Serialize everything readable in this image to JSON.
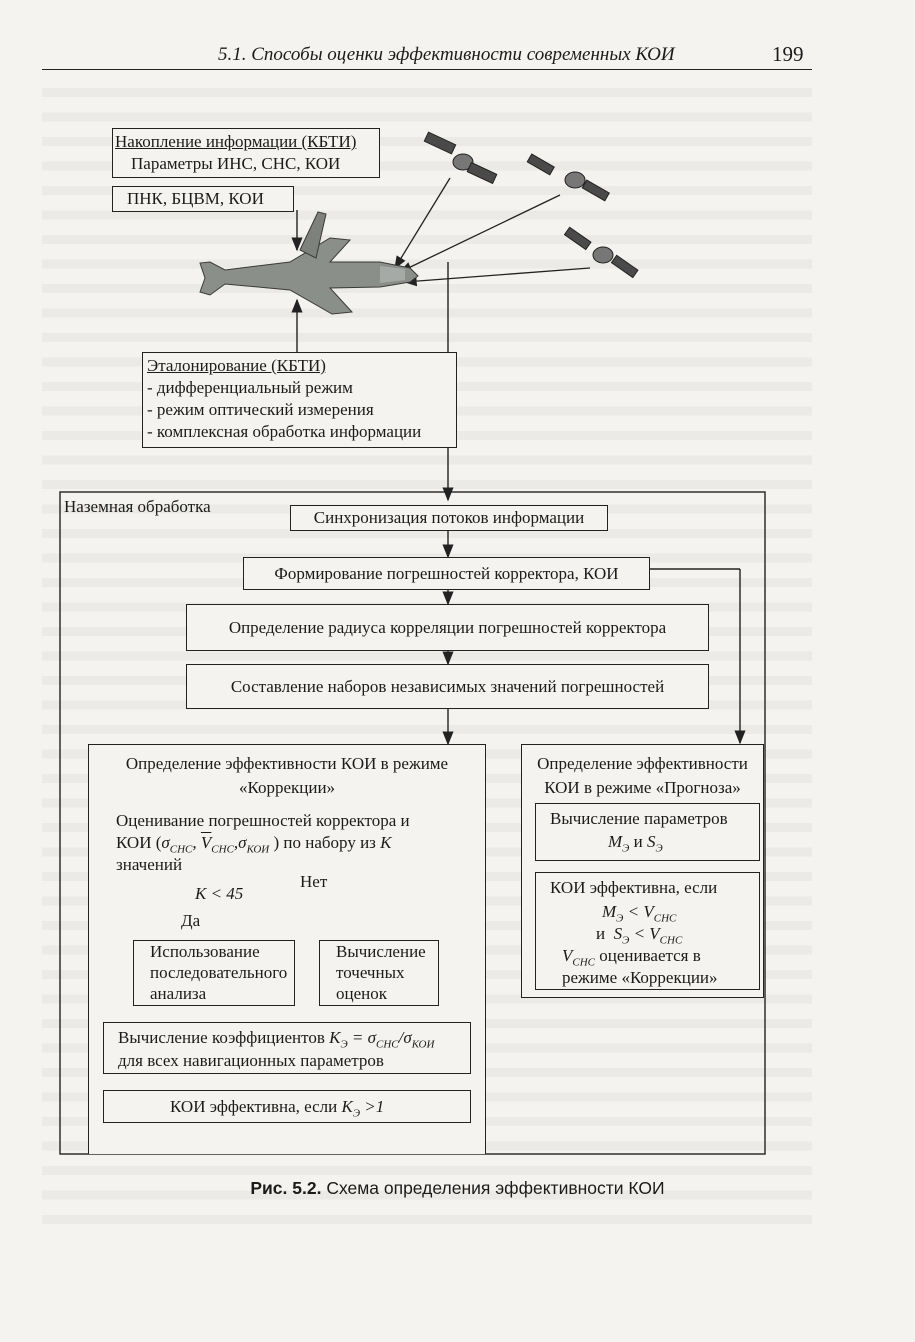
{
  "header": {
    "title": "5.1. Способы оценки эффективности современных КОИ",
    "page_number": "199"
  },
  "figure": {
    "top_boxes": {
      "accumulation_title": "Накопление информации (КБТИ)",
      "accumulation_params": "Параметры ИНС, СНС, КОИ",
      "pnk": "ПНК, БЦВМ, КОИ"
    },
    "calibration": {
      "title": "Эталонирование (КБТИ)",
      "items": [
        "- дифференциальный режим",
        "- режим оптический измерения",
        "- комплексная обработка информации"
      ]
    },
    "ground": {
      "label": "Наземная обработка",
      "sync": "Синхронизация потоков информации",
      "forming": "Формирование погрешностей корректора, КОИ",
      "radius": "Определение радиуса корреляции погрешностей корректора",
      "sets": "Составление наборов независимых значений погрешностей"
    },
    "correction": {
      "title_line1": "Определение эффективности КОИ в режиме",
      "title_line2": "«Коррекции»",
      "estimation_line1": "Оценивание погрешностей корректора и",
      "estimation_line2_a": "КОИ (",
      "estimation_line2_b": ") по набору из",
      "estimation_line2_k": "K",
      "estimation_line3": "значений",
      "decision": "K < 45",
      "yes": "Да",
      "no": "Нет",
      "sequential_line1": "Использование",
      "sequential_line2": "последовательного",
      "sequential_line3": "анализа",
      "point_line1": "Вычисление",
      "point_line2": "точечных",
      "point_line3": "оценок",
      "coef_line1_a": "Вычисление коэффициентов",
      "coef_line2": "для всех навигационных параметров",
      "effective_a": "КОИ эффективна, если"
    },
    "forecast": {
      "title_line1": "Определение эффективности",
      "title_line2": "КОИ в режиме «Прогноза»",
      "params_line1": "Вычисление параметров",
      "effective_line1": "КОИ эффективна, если",
      "and": "и",
      "evaluated": "оценивается в",
      "mode": "режиме «Коррекции»"
    }
  },
  "caption": {
    "label": "Рис. 5.2.",
    "text": "Схема определения эффективности КОИ"
  }
}
